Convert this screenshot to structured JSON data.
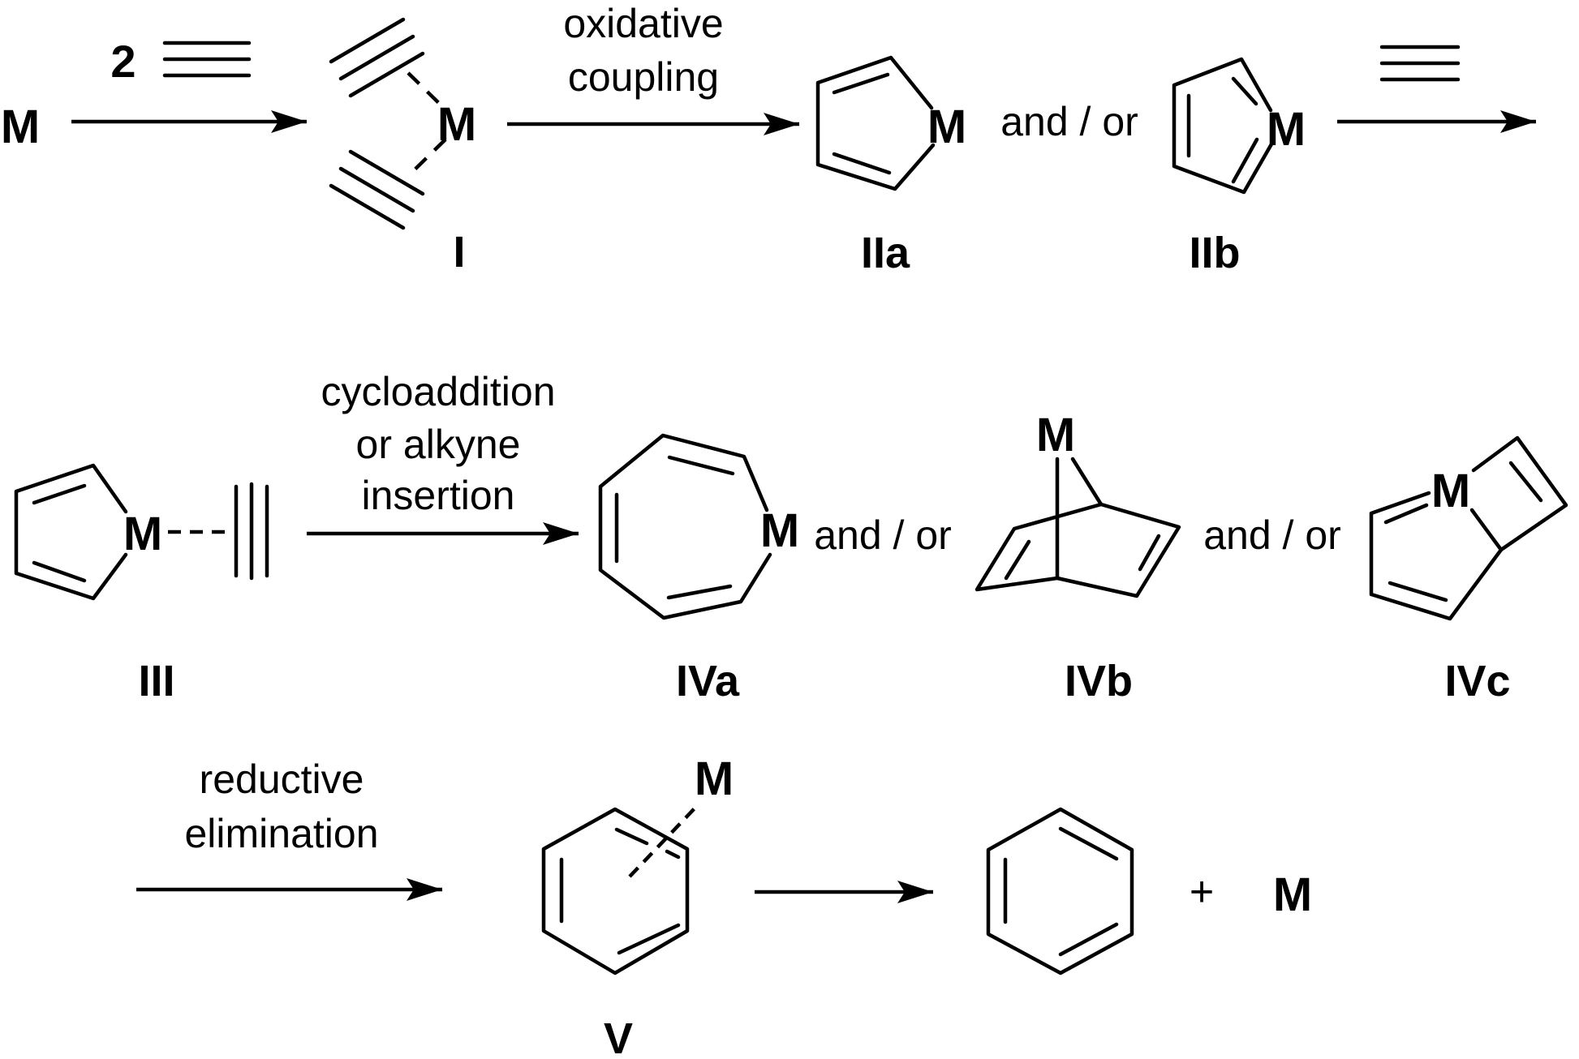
{
  "colors": {
    "ink": "#000000",
    "background": "#ffffff"
  },
  "metal_symbol": "M",
  "stoichiometry": "2",
  "steps": {
    "step1": {
      "line1": "oxidative",
      "line2": "coupling"
    },
    "step2": {
      "line1": "cycloaddition",
      "line2": "or alkyne",
      "line3": "insertion"
    },
    "step3": {
      "line1": "reductive",
      "line2": "elimination"
    }
  },
  "connectors": {
    "and_or": "and / or",
    "plus": "+"
  },
  "labels": {
    "I": "I",
    "IIa": "IIa",
    "IIb": "IIb",
    "III": "III",
    "IVa": "IVa",
    "IVb": "IVb",
    "IVc": "IVc",
    "V": "V"
  }
}
